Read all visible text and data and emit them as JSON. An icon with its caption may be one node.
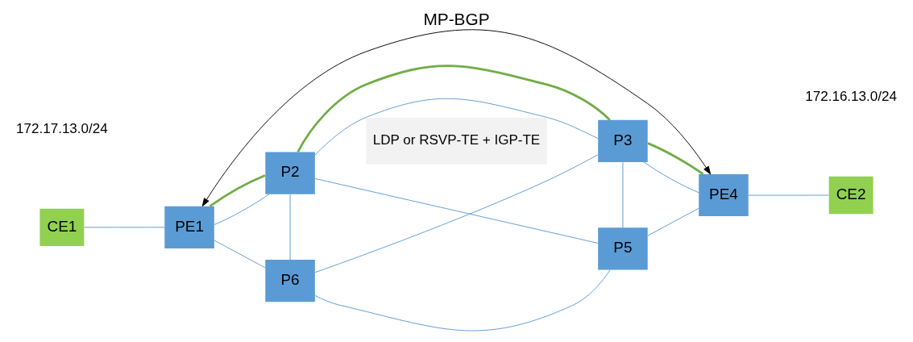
{
  "diagram": {
    "nodes": [
      {
        "text": [
          "CE1"
        ]
      },
      {
        "text": [
          "PE1"
        ]
      },
      {
        "text": [
          "P2"
        ]
      },
      {
        "text": [
          "P3"
        ]
      },
      {
        "text": [
          "PE4"
        ]
      },
      {
        "text": [
          "CE2"
        ]
      },
      {
        "text": [
          "P6"
        ]
      },
      {
        "text": [
          "P5"
        ]
      },
      {
        "text": [
          "LDP or RSVP-TE + IGP-TE"
        ]
      }
    ],
    "edges": [
      {
        "from": 0,
        "to": 1,
        "arrow": "none"
      },
      {
        "from": 1,
        "to": 2,
        "arrow": "none"
      },
      {
        "from": 1,
        "to": 6,
        "arrow": "none"
      },
      {
        "from": 2,
        "to": 3,
        "arrow": "none"
      },
      {
        "from": 2,
        "to": 6,
        "arrow": "none"
      },
      {
        "from": 2,
        "to": 7,
        "arrow": "none"
      },
      {
        "from": 3,
        "to": 6,
        "arrow": "none"
      },
      {
        "from": 3,
        "to": 7,
        "arrow": "none"
      },
      {
        "from": 3,
        "to": 4,
        "arrow": "none"
      },
      {
        "from": 6,
        "to": 7,
        "arrow": "none"
      },
      {
        "from": 7,
        "to": 4,
        "arrow": "none"
      },
      {
        "from": 4,
        "to": 5,
        "arrow": "none"
      },
      {
        "from": 1,
        "to": 2,
        "arrow": "none",
        "style": "thick",
        "color": "#70ad47"
      },
      {
        "from": 2,
        "to": 3,
        "arrow": "none",
        "style": "thick",
        "color": "#70ad47"
      },
      {
        "from": 3,
        "to": 4,
        "arrow": "none",
        "style": "thick",
        "color": "#70ad47"
      },
      {
        "from": 1,
        "to": 4,
        "arrow": "both",
        "label": "MP-BGP",
        "color": "#000000"
      }
    ],
    "labels": [
      "172.17.13.0/24",
      "172.16.13.0/24"
    ]
  }
}
